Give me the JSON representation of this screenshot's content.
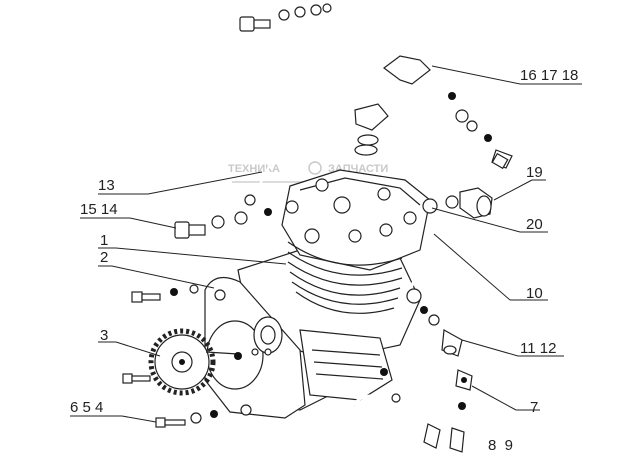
{
  "watermark": {
    "left": "ТЕХНИКА",
    "right": "ЗАПЧАСТИ"
  },
  "callouts": [
    {
      "id": "c-16-17-18",
      "text": "16 17 18"
    },
    {
      "id": "c-19",
      "text": "19"
    },
    {
      "id": "c-20",
      "text": "20"
    },
    {
      "id": "c-13",
      "text": "13"
    },
    {
      "id": "c-15-14",
      "text": "15 14"
    },
    {
      "id": "c-1",
      "text": "1"
    },
    {
      "id": "c-2",
      "text": "2"
    },
    {
      "id": "c-10",
      "text": "10"
    },
    {
      "id": "c-3",
      "text": "3"
    },
    {
      "id": "c-11-12",
      "text": "11 12"
    },
    {
      "id": "c-6-5-4",
      "text": "6 5 4"
    },
    {
      "id": "c-7",
      "text": "7"
    },
    {
      "id": "c-8-9",
      "text": "8  9"
    }
  ]
}
